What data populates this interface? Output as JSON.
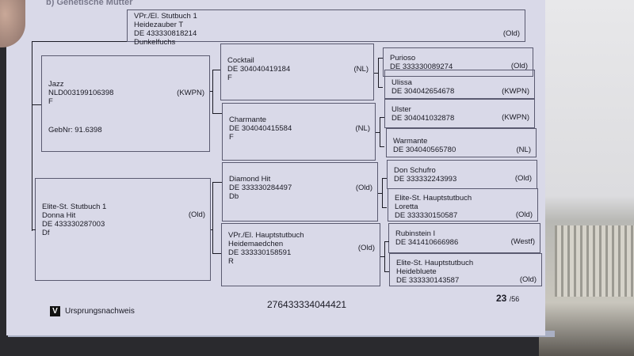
{
  "header": "b) Genetische Mutter",
  "dam": {
    "lines": [
      "VPr./El.  Stutbuch 1",
      "Heidezauber T",
      "DE 433330818214",
      "Dunkelfuchs"
    ],
    "breed": "(Old)"
  },
  "gen2": [
    {
      "lines": [
        "Jazz",
        "NLD003199106398",
        "F"
      ],
      "breed": "(KWPN)",
      "extra": "GebNr:  91.6398"
    },
    {
      "lines": [
        "Elite-St.  Stutbuch 1",
        "Donna Hit",
        "DE 433330287003",
        "Df"
      ],
      "breed": "(Old)"
    }
  ],
  "gen3": [
    {
      "lines": [
        "Cocktail",
        "DE 304040419184",
        "F"
      ],
      "breed": "(NL)"
    },
    {
      "lines": [
        "Charmante",
        "DE 304040415584",
        "F"
      ],
      "breed": "(NL)"
    },
    {
      "lines": [
        "Diamond Hit",
        "DE 333330284497",
        "Db"
      ],
      "breed": "(Old)"
    },
    {
      "lines": [
        "VPr./El.  Hauptstutbuch",
        "Heidemaedchen",
        "DE 333330158591",
        "R"
      ],
      "breed": "(Old)"
    }
  ],
  "gen4": [
    {
      "lines": [
        "Purioso",
        "DE 333330089274"
      ],
      "breed": "(Old)"
    },
    {
      "lines": [
        "Ulissa",
        "DE 304042654678"
      ],
      "breed": "(KWPN)"
    },
    {
      "lines": [
        "Ulster",
        "DE 304041032878"
      ],
      "breed": "(KWPN)"
    },
    {
      "lines": [
        "Warmante",
        "DE 304040565780"
      ],
      "breed": "(NL)"
    },
    {
      "lines": [
        "Don Schufro",
        "DE 333332243993"
      ],
      "breed": "(Old)"
    },
    {
      "lines": [
        "Elite-St.  Hauptstutbuch",
        "Loretta",
        "DE 333330150587"
      ],
      "breed": "(Old)"
    },
    {
      "lines": [
        "Rubinstein I",
        "DE 341410666986"
      ],
      "breed": "(Westf)"
    },
    {
      "lines": [
        "Elite-St.  Hauptstutbuch",
        "Heidebluete",
        "DE 333330143587"
      ],
      "breed": "(Old)"
    }
  ],
  "footer": {
    "badge": "V",
    "label": "Ursprungsnachweis",
    "number": "276433334044421",
    "page": "23",
    "total": "/56"
  }
}
